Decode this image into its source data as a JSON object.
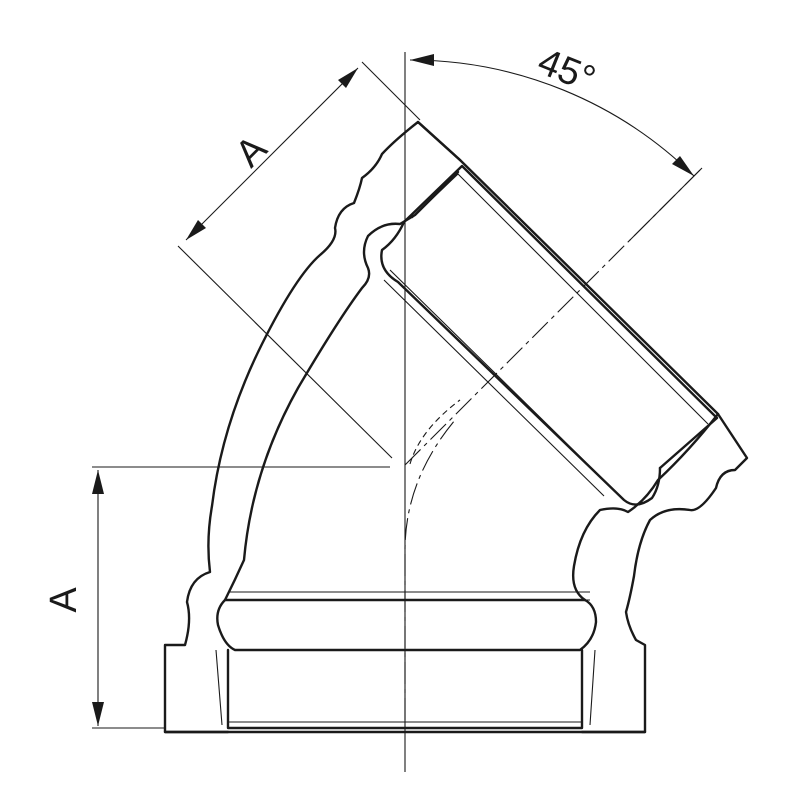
{
  "labels": {
    "angle": "45°",
    "dim_branch": "A",
    "dim_vertical": "A"
  }
}
